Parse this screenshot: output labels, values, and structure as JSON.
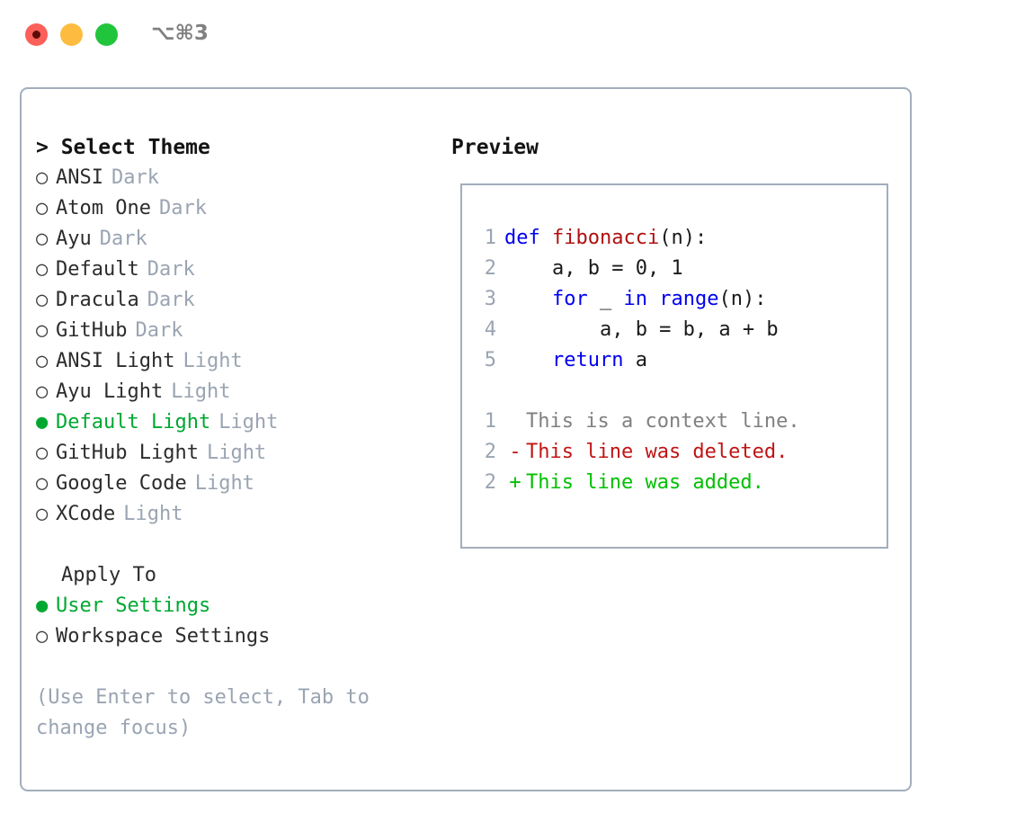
{
  "window": {
    "shortcut": "⌥⌘3",
    "traffic_lights": [
      {
        "name": "close",
        "color": "#fc6058"
      },
      {
        "name": "minimize",
        "color": "#fdbc40"
      },
      {
        "name": "maximize",
        "color": "#21c53c"
      }
    ]
  },
  "theme_panel": {
    "header": "> Select Theme",
    "bullet_unselected": "○",
    "bullet_selected": "●",
    "items": [
      {
        "label": "ANSI",
        "tag": "Dark",
        "selected": false
      },
      {
        "label": "Atom One",
        "tag": "Dark",
        "selected": false
      },
      {
        "label": "Ayu",
        "tag": "Dark",
        "selected": false
      },
      {
        "label": "Default",
        "tag": "Dark",
        "selected": false
      },
      {
        "label": "Dracula",
        "tag": "Dark",
        "selected": false
      },
      {
        "label": "GitHub",
        "tag": "Dark",
        "selected": false
      },
      {
        "label": "ANSI Light",
        "tag": "Light",
        "selected": false
      },
      {
        "label": "Ayu Light",
        "tag": "Light",
        "selected": false
      },
      {
        "label": "Default Light",
        "tag": "Light",
        "selected": true
      },
      {
        "label": "GitHub Light",
        "tag": "Light",
        "selected": false
      },
      {
        "label": "Google Code",
        "tag": "Light",
        "selected": false
      },
      {
        "label": "XCode",
        "tag": "Light",
        "selected": false
      }
    ]
  },
  "apply_to": {
    "title": "Apply To",
    "options": [
      {
        "label": "User Settings",
        "selected": true
      },
      {
        "label": "Workspace Settings",
        "selected": false
      }
    ]
  },
  "hint": "(Use Enter to select, Tab to change focus)",
  "preview": {
    "header": "Preview",
    "code_lines": [
      {
        "no": "1",
        "tokens": [
          {
            "t": "def ",
            "k": "kw"
          },
          {
            "t": "fibonacci",
            "k": "fn"
          },
          {
            "t": "(n):",
            "k": "plain"
          }
        ]
      },
      {
        "no": "2",
        "tokens": [
          {
            "t": "    a, b = 0, 1",
            "k": "plain"
          }
        ]
      },
      {
        "no": "3",
        "tokens": [
          {
            "t": "    ",
            "k": "plain"
          },
          {
            "t": "for",
            "k": "kw"
          },
          {
            "t": " _ ",
            "k": "plain"
          },
          {
            "t": "in",
            "k": "kw"
          },
          {
            "t": " ",
            "k": "plain"
          },
          {
            "t": "range",
            "k": "kw"
          },
          {
            "t": "(n):",
            "k": "plain"
          }
        ]
      },
      {
        "no": "4",
        "tokens": [
          {
            "t": "        a, b = b, a + b",
            "k": "plain"
          }
        ]
      },
      {
        "no": "5",
        "tokens": [
          {
            "t": "    ",
            "k": "plain"
          },
          {
            "t": "return",
            "k": "kw"
          },
          {
            "t": " a",
            "k": "plain"
          }
        ]
      }
    ],
    "diff_lines": [
      {
        "no": "1",
        "mark": " ",
        "text": "This is a context line.",
        "kind": "ctx"
      },
      {
        "no": "2",
        "mark": "-",
        "text": "This line was deleted.",
        "kind": "del"
      },
      {
        "no": "2",
        "mark": "+",
        "text": "This line was added.",
        "kind": "add"
      }
    ]
  },
  "colors": {
    "accent_green": "#00a832",
    "muted": "#9aa4b2",
    "keyword": "#0000ee",
    "function": "#b01010",
    "diff_add": "#00c000",
    "diff_del": "#c01414",
    "border": "#a3aebc"
  }
}
